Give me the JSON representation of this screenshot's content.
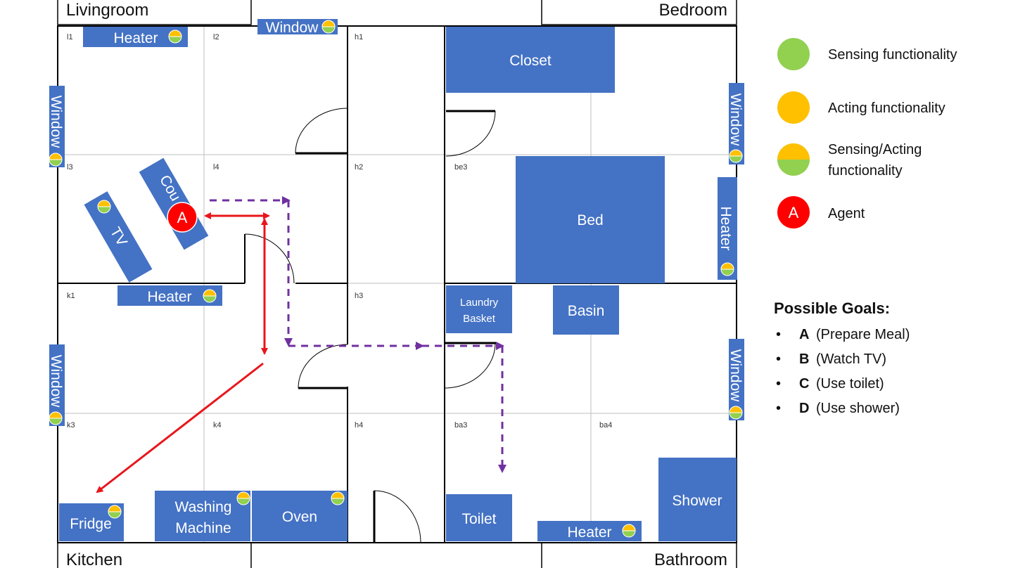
{
  "rooms": {
    "livingroom": "Livingroom",
    "bedroom": "Bedroom",
    "kitchen": "Kitchen",
    "bathroom": "Bathroom"
  },
  "cells": {
    "l1": "l1",
    "l2": "l2",
    "l3": "l3",
    "l4": "l4",
    "h1": "h1",
    "h2": "h2",
    "h3": "h3",
    "h4": "h4",
    "be3": "be3",
    "k1": "k1",
    "k3": "k3",
    "k4": "k4",
    "ba3": "ba3",
    "ba4": "ba4"
  },
  "furniture": {
    "heater": "Heater",
    "window": "Window",
    "closet": "Closet",
    "couch": "Cou",
    "tv": "TV",
    "bed": "Bed",
    "laundry_line1": "Laundry",
    "laundry_line2": "Basket",
    "basin": "Basin",
    "fridge": "Fridge",
    "washing_line1": "Washing",
    "washing_line2": "Machine",
    "oven": "Oven",
    "toilet": "Toilet",
    "shower": "Shower"
  },
  "agent_label": "A",
  "legend": {
    "sensing": "Sensing functionality",
    "acting": "Acting functionality",
    "sensing_acting_line1": "Sensing/Acting",
    "sensing_acting_line2": "functionality",
    "agent": "Agent",
    "agent_symbol": "A"
  },
  "goals": {
    "title": "Possible Goals:",
    "items": [
      {
        "bullet": "•",
        "key": "A",
        "text": "(Prepare Meal)"
      },
      {
        "bullet": "•",
        "key": "B",
        "text": "(Watch TV)"
      },
      {
        "bullet": "•",
        "key": "C",
        "text": "(Use toilet)"
      },
      {
        "bullet": "•",
        "key": "D",
        "text": "(Use shower)"
      }
    ]
  },
  "colors": {
    "furniture": "#4472C4",
    "sensing": "#92D050",
    "acting": "#FFC000",
    "agent": "#FF0000",
    "agent_path": "#E8161B",
    "alternative_path": "#7030A0",
    "wall": "#000000",
    "grid": "#BFBFBF"
  }
}
